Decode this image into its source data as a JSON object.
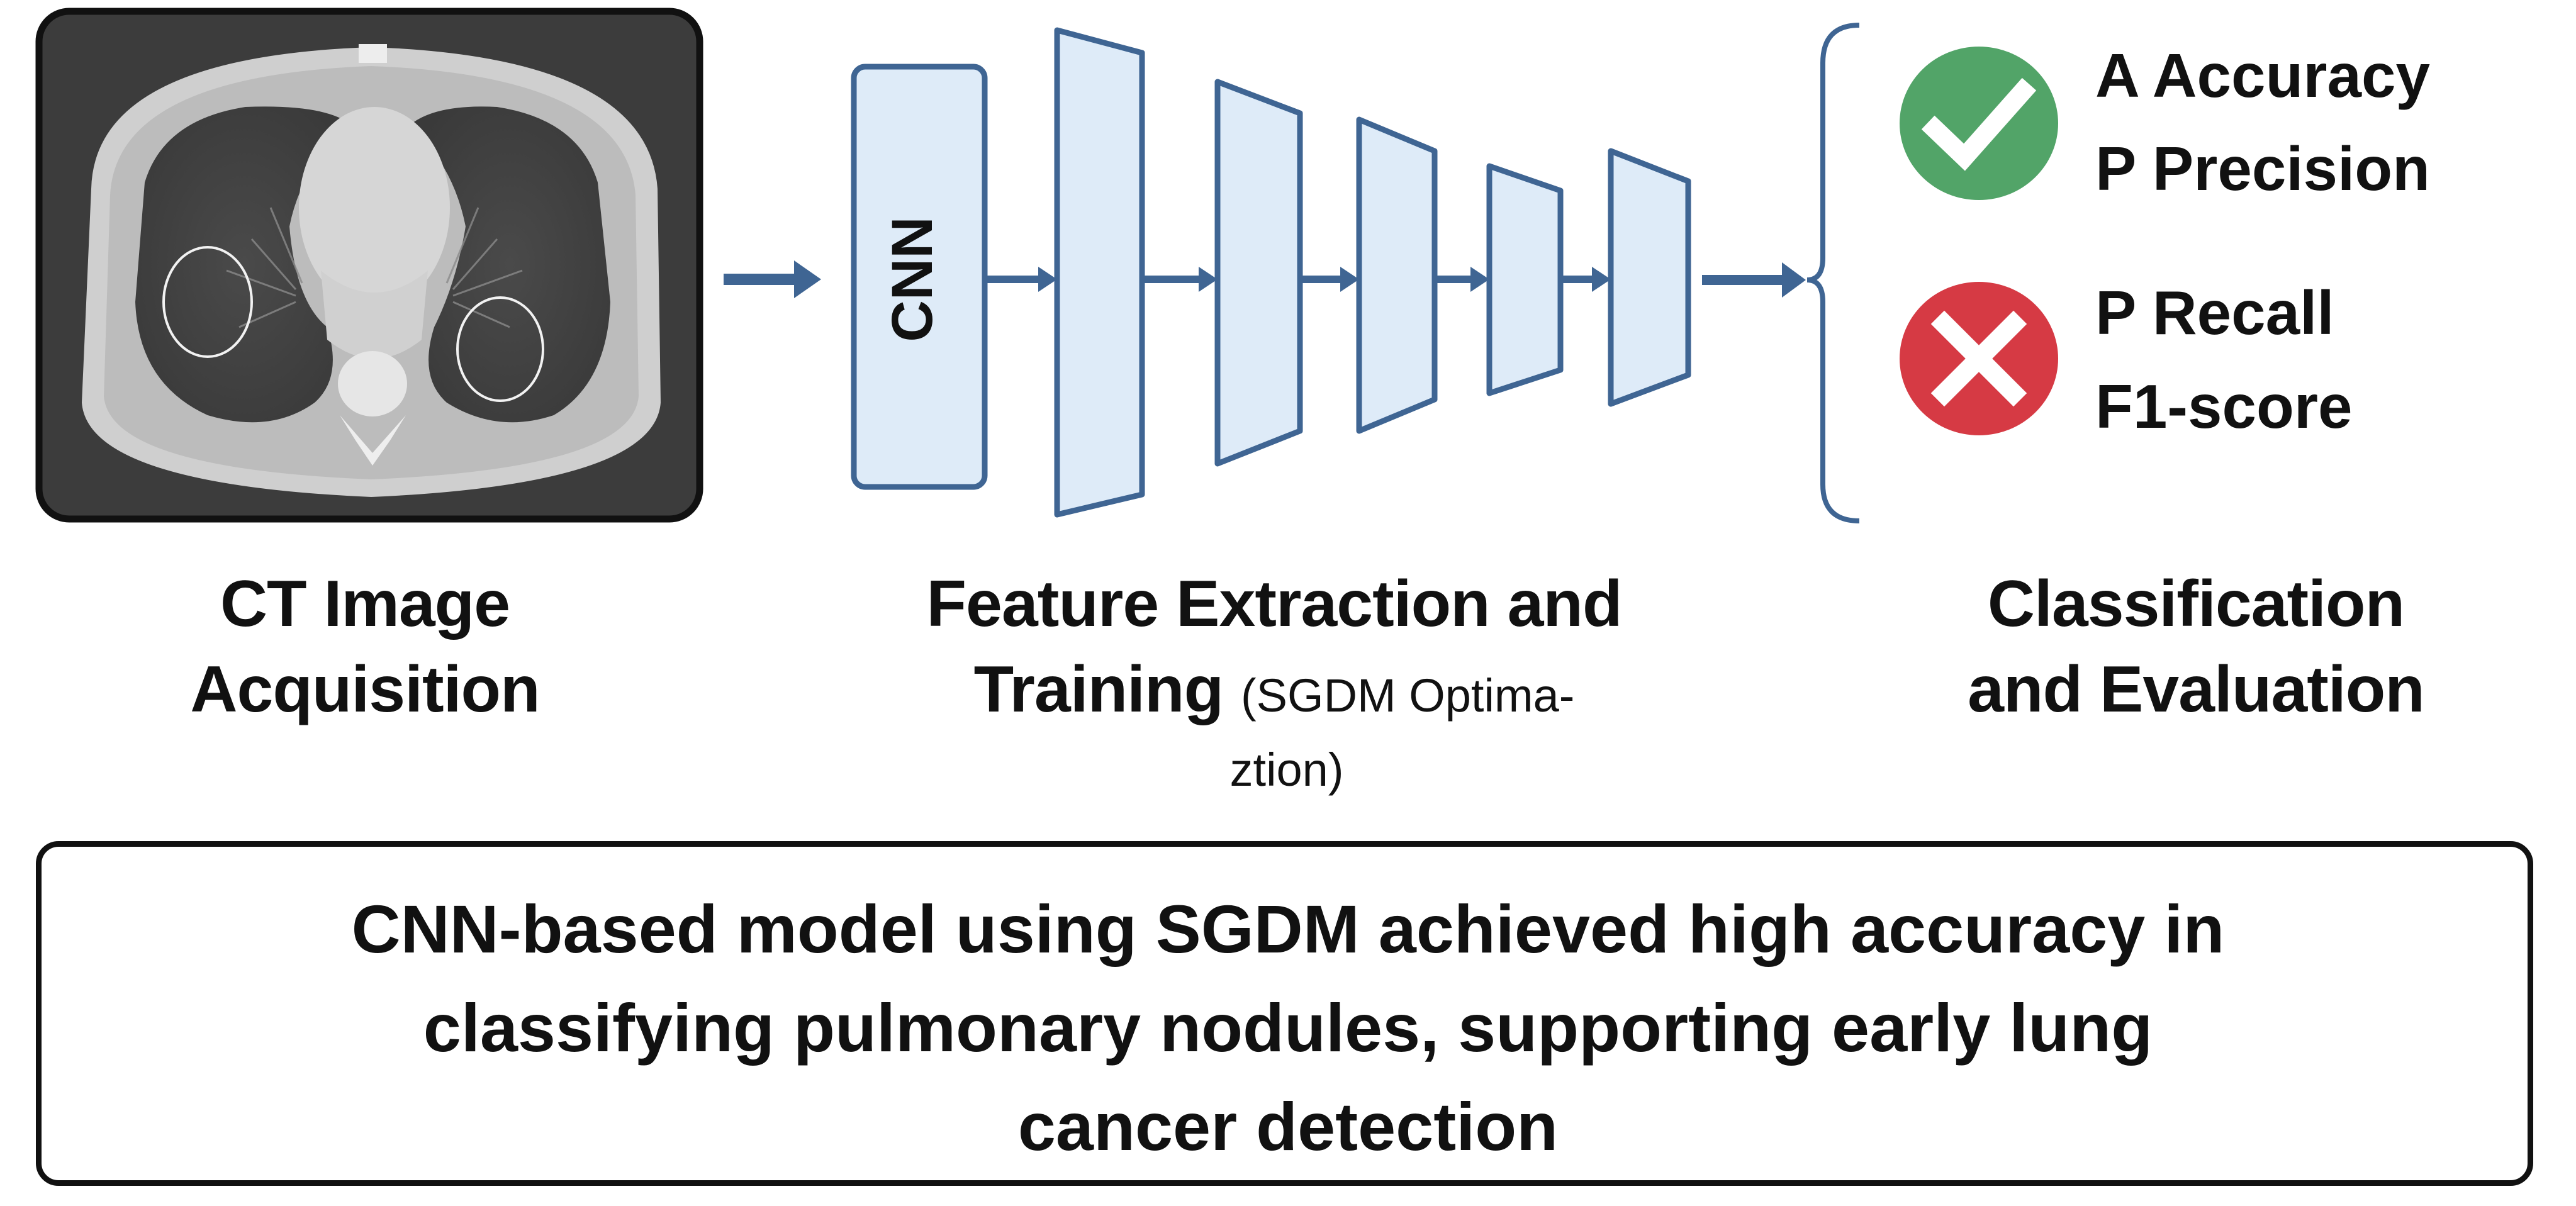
{
  "colors": {
    "layer_stroke": "#3f6593",
    "layer_fill": "#deebf8",
    "arrow": "#3f6593",
    "check_circle": "#52a468",
    "cross_circle": "#d63a44",
    "ct_border": "#111111"
  },
  "stages": [
    {
      "id": "acquisition",
      "title_lines": [
        "CT Image",
        "Acquisition"
      ]
    },
    {
      "id": "feature",
      "title_lines": [
        "Feature Extraction and",
        "Training"
      ],
      "note_a": "(SGDM Optima-",
      "note_b": "ztion)"
    },
    {
      "id": "classification",
      "title_lines": [
        "Classification",
        "and Evaluation"
      ]
    }
  ],
  "ct_image": {
    "alt": "Axial chest CT scan with two circled pulmonary nodules",
    "marked_nodules": 2
  },
  "cnn_block": {
    "label": "CNN"
  },
  "layers": {
    "count": 5
  },
  "metrics": {
    "pass": {
      "icon": "check-icon",
      "lines": [
        "A Accuracy",
        "P Precision"
      ]
    },
    "fail": {
      "icon": "cross-icon",
      "lines": [
        "P Recall",
        "F1-score"
      ]
    }
  },
  "summary": {
    "lines": [
      "CNN-based model using SGDM achieved high accuracy in",
      "classifying pulmonary nodules, supporting early lung",
      "cancer detection"
    ]
  }
}
